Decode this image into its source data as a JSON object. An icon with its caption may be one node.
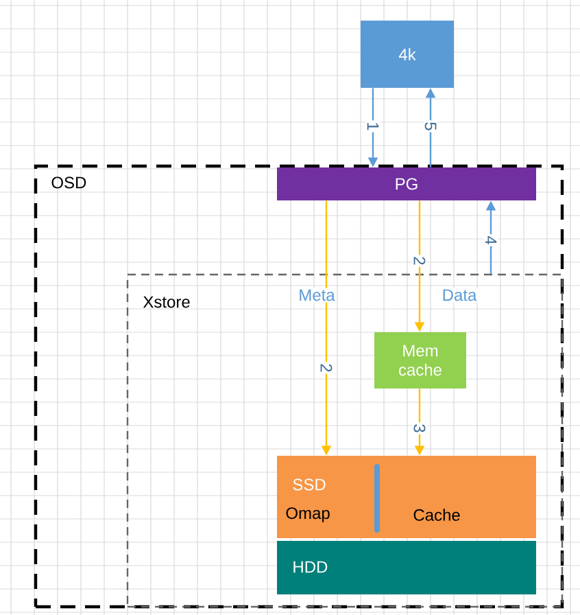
{
  "diagram": {
    "nodes": [
      {
        "text": [
          "OSD"
        ]
      },
      {
        "text": [
          "4k"
        ]
      },
      {
        "text": [
          "PG"
        ],
        "in": 0
      },
      {
        "text": [
          "Xstore"
        ],
        "in": 0
      },
      {
        "text": [
          "Mem cache"
        ],
        "in": 3
      },
      {
        "text": [
          "SSD",
          "Omap",
          "Cache"
        ],
        "in": 3
      },
      {
        "text": [
          "HDD"
        ],
        "in": 3
      }
    ],
    "edges": [
      {
        "from": 1,
        "to": 2,
        "arrow": "to",
        "label": "1"
      },
      {
        "from": 2,
        "to": 1,
        "arrow": "to",
        "label": "5"
      },
      {
        "from": 2,
        "to": 5,
        "arrow": "to",
        "label": "2",
        "color": "#ffc000"
      },
      {
        "from": 2,
        "to": 4,
        "arrow": "to",
        "label": "2",
        "color": "#ffc000"
      },
      {
        "from": 4,
        "to": 5,
        "arrow": "to",
        "label": "3",
        "color": "#ffc000"
      },
      {
        "from": 3,
        "to": 2,
        "arrow": "to",
        "label": "4"
      }
    ],
    "labels": [
      "Meta",
      "Data"
    ]
  }
}
